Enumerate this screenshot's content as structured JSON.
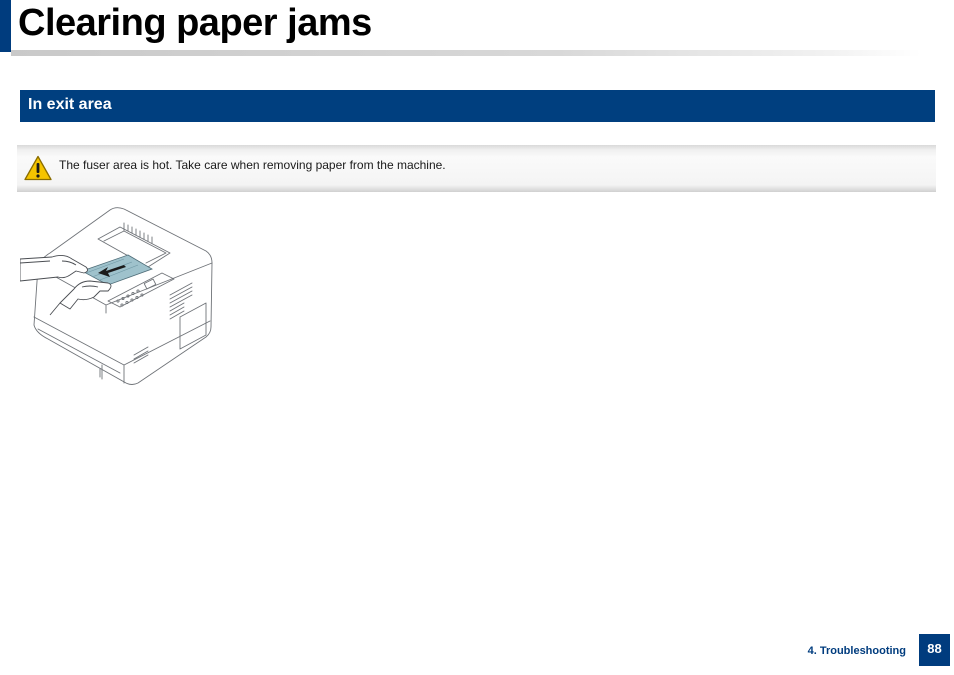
{
  "page": {
    "title": "Clearing paper jams"
  },
  "section": {
    "heading": "In exit area"
  },
  "caution": {
    "icon": "warning-triangle-icon",
    "text": "The fuser area is hot. Take care when removing paper from the machine."
  },
  "illustration": {
    "subject": "printer-paper-removal-illustration"
  },
  "footer": {
    "chapter": "4. Troubleshooting",
    "page_number": "88"
  },
  "colors": {
    "brand_blue": "#003c7e",
    "section_blue": "#003f7f",
    "caution_yellow": "#f2c200",
    "paper_teal": "#9fc2cc"
  }
}
